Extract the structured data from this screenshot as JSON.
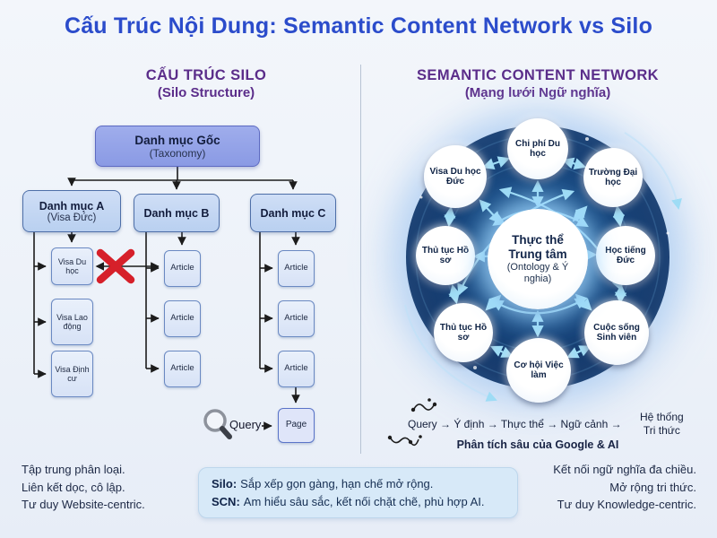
{
  "title": "Cấu Trúc Nội Dung: Semantic Content Network vs Silo",
  "colors": {
    "title_blue": "#2b4ccb",
    "heading_purple": "#5b2d8a",
    "blocked_red": "#d6202a",
    "orb_navy": "#0e2c5c",
    "network_arrow_blue": "#9edcf5",
    "silo_box_blue": "#b9d0f0",
    "summary_box_blue": "#d7e9f8"
  },
  "silo": {
    "heading": "CẤU TRÚC SILO",
    "subheading": "(Silo Structure)",
    "root": {
      "line1": "Danh mục Gốc",
      "line2": "(Taxonomy)"
    },
    "categories": [
      {
        "line1": "Danh mục A",
        "line2": "(Visa Đức)"
      },
      {
        "line1": "Danh mục B"
      },
      {
        "line1": "Danh mục C"
      }
    ],
    "visa_children": [
      "Visa Du học",
      "Visa Lao động",
      "Visa Định cư"
    ],
    "articles_b": [
      "Article",
      "Article",
      "Article"
    ],
    "articles_c": [
      "Article",
      "Article",
      "Article"
    ],
    "query_label": "Query",
    "page_label": "Page"
  },
  "scn": {
    "heading": "SEMANTIC CONTENT NETWORK",
    "subheading": "(Mạng lưới Ngữ nghĩa)",
    "center": {
      "name": "Thực thể Trung tâm",
      "sub": "(Ontology & Ý nghia)"
    },
    "nodes": [
      "Chi phí Du học",
      "Trường Đại học",
      "Học tiếng Đức",
      "Cuộc sống Sinh viên",
      "Cơ hội Việc làm",
      "Thủ tục Hồ sơ",
      "Thủ tục Hồ sơ",
      "Visa Du học Đức"
    ]
  },
  "flow": {
    "steps": "Query → Ý định → Thực thể → Ngữ cảnh →",
    "result_line1": "Hệ thống",
    "result_line2": "Tri thức",
    "caption": "Phân tích sâu của Google & AI"
  },
  "notes": {
    "left": [
      "Tập trung phân loại.",
      "Liên kết dọc, cô lập.",
      "Tư duy Website-centric."
    ],
    "center": [
      {
        "label": "Silo:",
        "text": "Sắp xếp gọn gàng, hạn chế mở rộng."
      },
      {
        "label": "SCN:",
        "text": "Am hiểu sâu sắc, kết nối chặt chẽ, phù hợp AI."
      }
    ],
    "right": [
      "Kết nối ngữ nghĩa đa chiều.",
      "Mở rộng tri thức.",
      "Tư duy Knowledge-centric."
    ]
  }
}
